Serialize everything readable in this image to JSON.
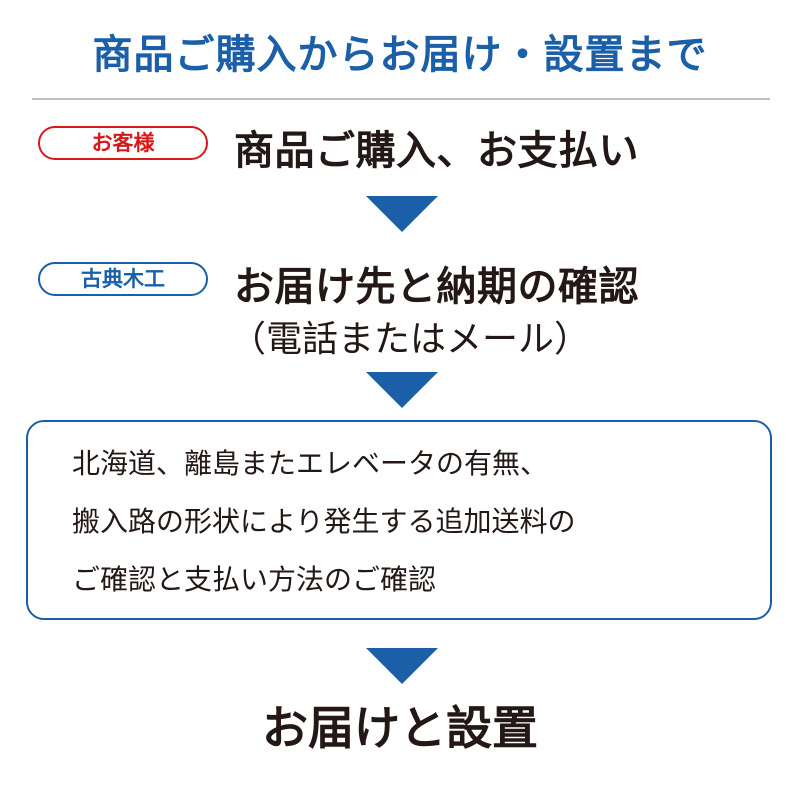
{
  "title": "商品ご購入からお届け・設置まで",
  "steps": [
    {
      "actor": "お客様",
      "title": "商品ご購入、お支払い"
    },
    {
      "actor": "古典木工",
      "title": "お届け先と納期の確認",
      "subtitle": "（電話またはメール）"
    }
  ],
  "note": {
    "lines": [
      "北海道、離島またエレベータの有無、",
      "搬入路の形状により発生する追加送料の",
      "ご確認と支払い方法のご確認"
    ]
  },
  "final": "お届けと設置",
  "colors": {
    "accent_blue": "#1a5fa8",
    "accent_red": "#d7191a",
    "text": "#231815",
    "divider": "#c0c0c0"
  },
  "icons": {
    "arrow": "down-arrow-icon"
  }
}
